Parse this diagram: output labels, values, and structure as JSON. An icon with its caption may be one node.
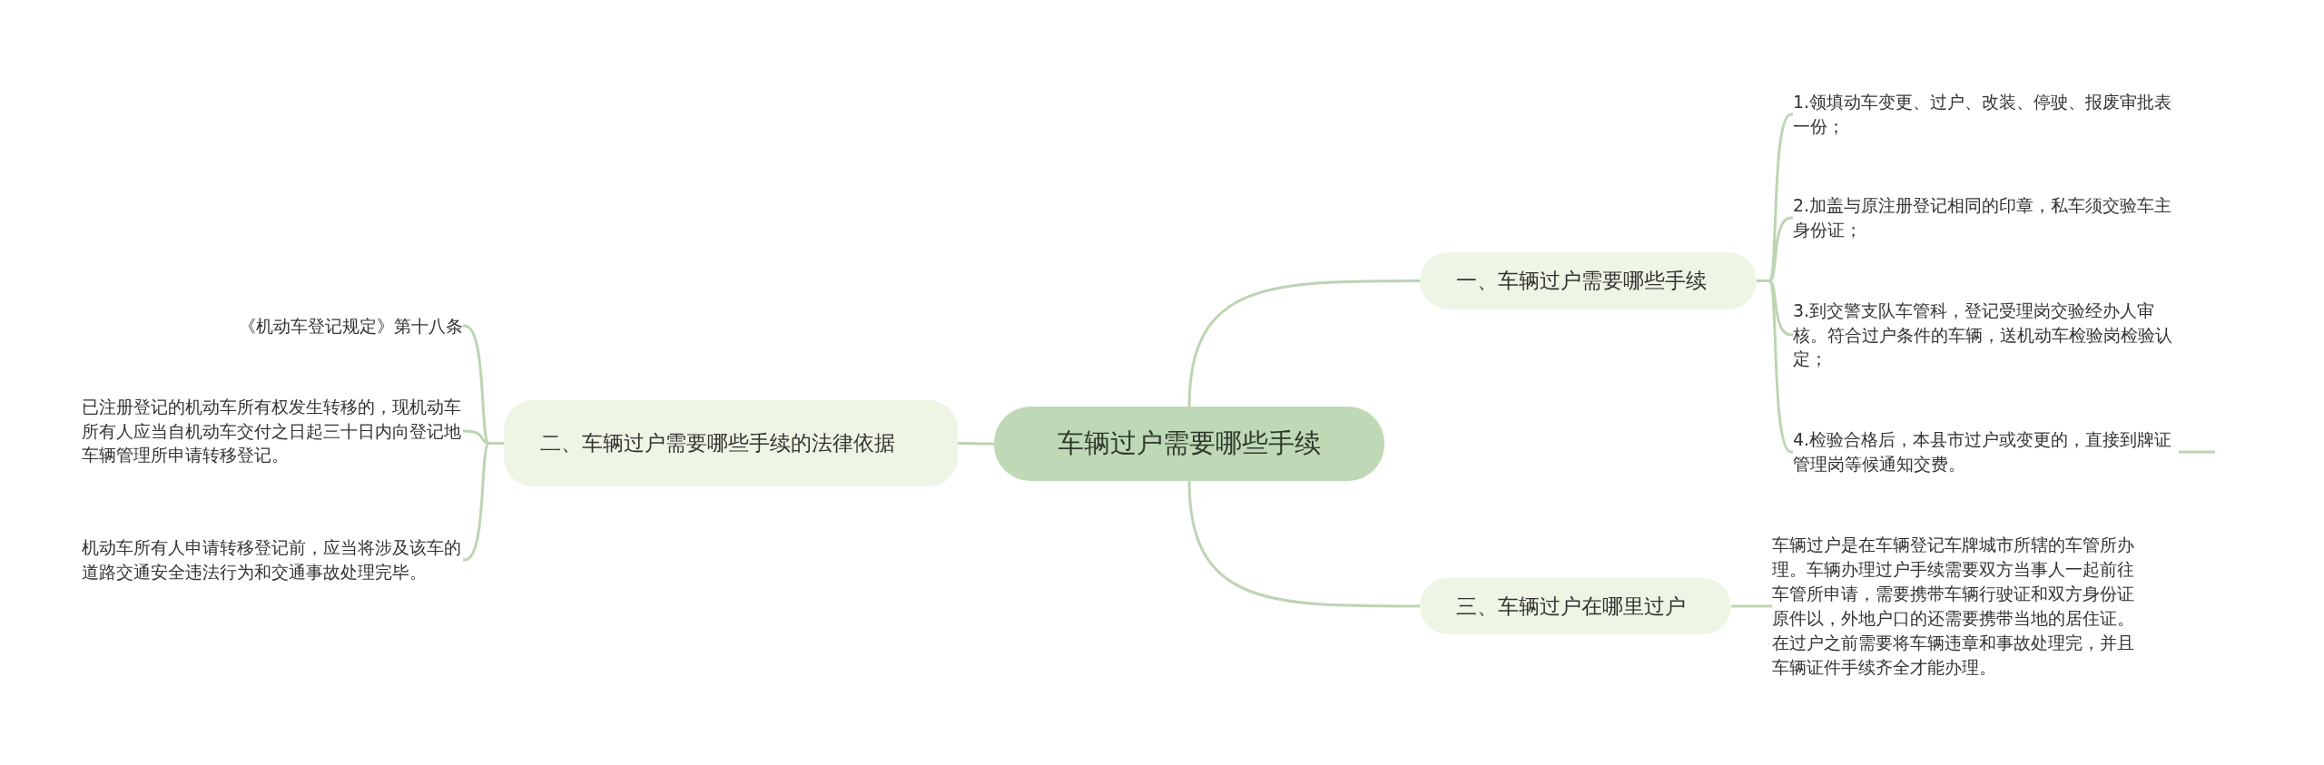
{
  "diagram": {
    "nodes": [
      {
        "text": [
          "车辆过户需要哪些手续"
        ]
      },
      {
        "text": [
          "一、车辆过户需要哪些手续"
        ]
      },
      {
        "text": [
          "1.领填动车变更、过户、改装、停驶、报废审批表一份；"
        ]
      },
      {
        "text": [
          "2.加盖与原注册登记相同的印章，私车须交验车主身份证；"
        ]
      },
      {
        "text": [
          "3.到交警支队车管科，登记受理岗交验经办人审核。符合过户条件的车辆，送机动车检验岗检验认定；"
        ]
      },
      {
        "text": [
          "4.检验合格后，本县市过户或变更的，直接到牌证管理岗等候通知交费。"
        ]
      },
      {
        "text": [
          "二、车辆过户需要哪些手续的法律依据"
        ]
      },
      {
        "text": [
          "《机动车登记规定》第十八条"
        ]
      },
      {
        "text": [
          "已注册登记的机动车所有权发生转移的，现机动车所有人应当自机动车交付之日起三十日内向登记地车辆管理所申请转移登记。"
        ]
      },
      {
        "text": [
          "机动车所有人申请转移登记前，应当将涉及该车的道路交通安全违法行为和交通事故处理完毕。"
        ]
      },
      {
        "text": [
          "三、车辆过户在哪里过户"
        ]
      },
      {
        "text": [
          "车辆过户是在车辆登记车牌城市所辖的车管所办理。车辆办理过户手续需要双方当事人一起前往车管所申请，需要携带车辆行驶证和双方身份证原件以，外地户口的还需要携带当地的居住证。在过户之前需要将车辆违章和事故处理完，并且车辆证件手续齐全才能办理。"
        ]
      }
    ],
    "edges": [
      {
        "from": 0,
        "to": 1,
        "arrow": "none"
      },
      {
        "from": 1,
        "to": 2,
        "arrow": "none"
      },
      {
        "from": 1,
        "to": 3,
        "arrow": "none"
      },
      {
        "from": 1,
        "to": 4,
        "arrow": "none"
      },
      {
        "from": 1,
        "to": 5,
        "arrow": "none"
      },
      {
        "from": 5,
        "to": null,
        "arrow": "none"
      },
      {
        "from": 0,
        "to": 6,
        "arrow": "none"
      },
      {
        "from": 6,
        "to": 7,
        "arrow": "none"
      },
      {
        "from": 6,
        "to": 8,
        "arrow": "none"
      },
      {
        "from": 6,
        "to": 9,
        "arrow": "none"
      },
      {
        "from": 0,
        "to": 10,
        "arrow": "none"
      },
      {
        "from": 10,
        "to": 11,
        "arrow": "none"
      }
    ]
  }
}
